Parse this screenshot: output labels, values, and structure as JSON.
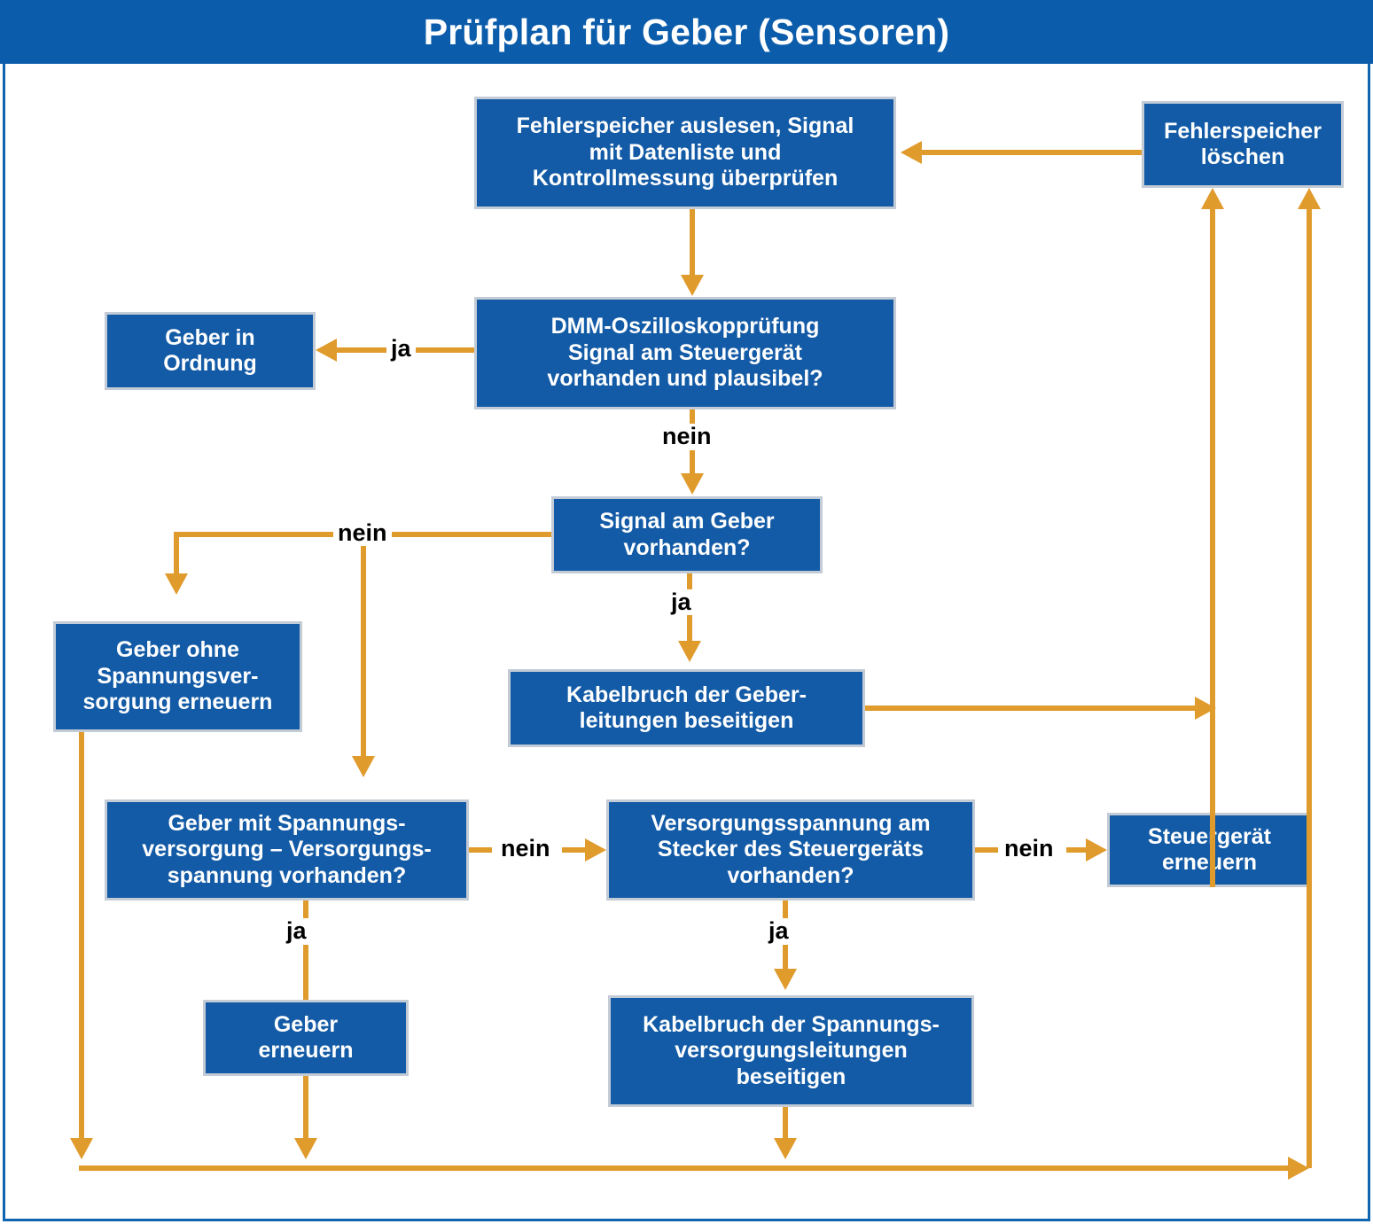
{
  "header": {
    "title": "Prüfplan für Geber (Sensoren)"
  },
  "colors": {
    "title_bar": "#0b5cab",
    "frame_border": "#1065b0",
    "node_fill": "#135ba6",
    "node_border": "#c3ccd6",
    "node_text": "#ffffff",
    "connector": "#e09b2d",
    "label_text": "#000000",
    "background": "#ffffff"
  },
  "nodes": {
    "read_fault_memory": "Fehlerspeicher auslesen, Signal mit Datenliste und Kontrollmessung überprüfen",
    "clear_fault_memory": "Fehlerspeicher löschen",
    "dmm_oscilloscope_check": "DMM-Oszilloskopprüfung Signal am Steuergerät vorhanden und plausibel?",
    "sensor_ok": "Geber in Ordnung",
    "signal_at_sensor": "Signal am Geber vorhanden?",
    "sensor_without_supply_replace": "Geber ohne Spannungsver-sorgung erneuern",
    "fix_sensor_cable_break": "Kabelbruch der Geber-leitungen beseitigen",
    "sensor_with_supply_check": "Geber mit Spannungs-versorgung – Versorgungs-spannung vorhanden?",
    "supply_voltage_at_ecu_plug": "Versorgungsspannung am Stecker des Steuergeräts vorhanden?",
    "replace_ecu": "Steuergerät erneuern",
    "replace_sensor": "Geber erneuern",
    "fix_supply_cable_break": "Kabelbruch der Spannungs-versorgungsleitungen beseitigen"
  },
  "node_lines": {
    "read_fault_memory": [
      "Fehlerspeicher auslesen, Signal",
      "mit Datenliste und",
      "Kontrollmessung überprüfen"
    ],
    "clear_fault_memory": [
      "Fehlerspeicher",
      "löschen"
    ],
    "dmm_oscilloscope_check": [
      "DMM-Oszilloskopprüfung",
      "Signal am Steuergerät",
      "vorhanden und plausibel?"
    ],
    "sensor_ok": [
      "Geber in",
      "Ordnung"
    ],
    "signal_at_sensor": [
      "Signal am Geber",
      "vorhanden?"
    ],
    "sensor_without_supply_replace": [
      "Geber ohne",
      "Spannungsver-",
      "sorgung erneuern"
    ],
    "fix_sensor_cable_break": [
      "Kabelbruch der Geber-",
      "leitungen beseitigen"
    ],
    "sensor_with_supply_check": [
      "Geber mit Spannungs-",
      "versorgung – Versorgungs-",
      "spannung vorhanden?"
    ],
    "supply_voltage_at_ecu_plug": [
      "Versorgungsspannung am",
      "Stecker des Steuergeräts",
      "vorhanden?"
    ],
    "replace_ecu": [
      "Steuergerät",
      "erneuern"
    ],
    "replace_sensor": [
      "Geber",
      "erneuern"
    ],
    "fix_supply_cable_break": [
      "Kabelbruch der Spannungs-",
      "versorgungsleitungen",
      "beseitigen"
    ]
  },
  "edge_labels": {
    "dmm_yes": "ja",
    "dmm_no": "nein",
    "signal_sensor_no": "nein",
    "signal_sensor_yes": "ja",
    "supply_check_no": "nein",
    "supply_check_yes": "ja",
    "ecu_plug_no": "nein",
    "ecu_plug_yes": "ja"
  }
}
